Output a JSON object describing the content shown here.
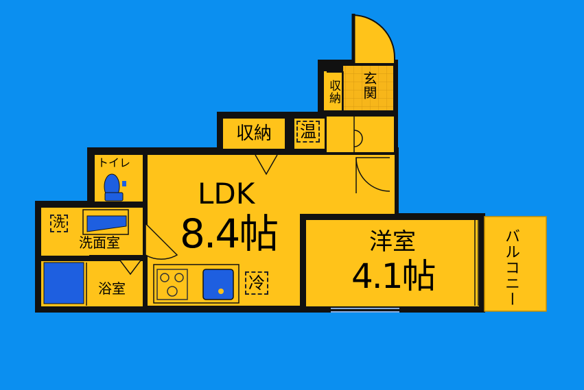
{
  "rooms": {
    "ldk": {
      "name": "LDK",
      "size": "8.4帖"
    },
    "western": {
      "name": "洋室",
      "size": "4.1帖"
    },
    "balcony": "バルコニー",
    "entrance": "玄関",
    "storage_small": "収納",
    "storage": "収納",
    "water_heater": "温",
    "toilet": "トイレ",
    "washer": "洗",
    "washroom": "洗面室",
    "bathroom": "浴室",
    "fridge": "冷"
  },
  "colors": {
    "background": "#0b8ff0",
    "floor": "#ffc31a",
    "wall": "#111111",
    "fixture": "#1e5fe0",
    "entrance_tile": "#f7b61a"
  }
}
